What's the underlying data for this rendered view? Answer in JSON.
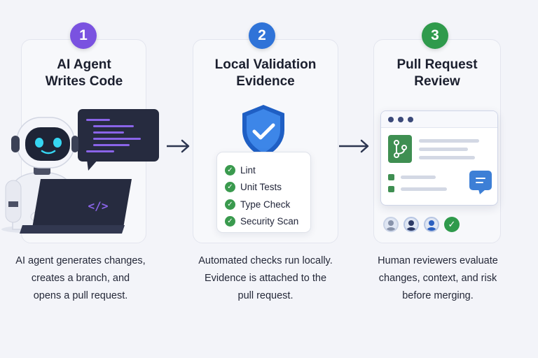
{
  "steps": [
    {
      "number": "1",
      "color": "#7a52e0",
      "title_lines": [
        "AI Agent",
        "Writes Code"
      ],
      "desc_lines": [
        "AI agent generates changes,",
        "creates a branch, and",
        "opens a pull request."
      ],
      "icons": [
        "robot-icon",
        "laptop-icon",
        "code-bubble-icon"
      ]
    },
    {
      "number": "2",
      "color": "#2f73d8",
      "title_lines": [
        "Local Validation",
        "Evidence"
      ],
      "desc_lines": [
        "Automated checks run locally.",
        "Evidence is attached to the",
        "pull request."
      ],
      "checks": [
        "Lint",
        "Unit Tests",
        "Type Check",
        "Security Scan"
      ],
      "icons": [
        "shield-check-icon"
      ]
    },
    {
      "number": "3",
      "color": "#2f9a4c",
      "title_lines": [
        "Pull Request",
        "Review"
      ],
      "desc_lines": [
        "Human reviewers evaluate",
        "changes, context, and risk",
        "before merging."
      ],
      "icons": [
        "pull-request-window-icon",
        "git-branch-icon",
        "comment-icon",
        "reviewer-avatar-icon",
        "approved-check-icon"
      ]
    }
  ],
  "colors": {
    "background": "#f3f4f9",
    "arrow": "#2c3550",
    "check_green": "#3a9a4e",
    "code_purple": "#8a64e8"
  }
}
